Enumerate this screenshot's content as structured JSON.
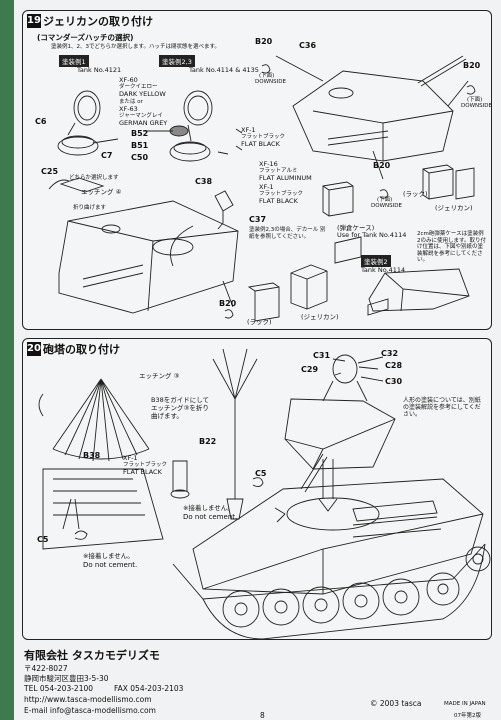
{
  "step19": {
    "number": "19",
    "title": "ジェリカンの取り付け",
    "commander_hatch": "(コマンダーズハッチの選択)",
    "hatch_note": "塗装例1、2、3でどちらか選択します。ハッチは閉状態を選べます。",
    "paint1_tag": "塗装例1",
    "paint1_tank": "Tank No.4121",
    "paint23_tag": "塗装例2,3",
    "paint23_tank": "Tank No.4114 & 4135",
    "xf60_code": "XF-60",
    "xf60_jp": "ダークイエロー",
    "xf60_en": "DARK YELLOW",
    "or_text": "または or",
    "xf63_code": "XF-63",
    "xf63_jp": "ジャーマングレイ",
    "xf63_en": "GERMAN GREY",
    "b52": "B52",
    "b51": "B51",
    "c50": "C50",
    "c6": "C6",
    "c7": "C7",
    "xf1_a_code": "XF-1",
    "xf1_a_jp": "フラットブラック",
    "xf1_a_en": "FLAT BLACK",
    "c25": "C25",
    "either_note": "どちらか選択します",
    "etching_label": "エッチング",
    "etching_num": "④",
    "fold_note": "折り曲げます",
    "c38": "C38",
    "xf16_code": "XF-16",
    "xf16_jp": "フラットアルミ",
    "xf16_en": "FLAT ALUMINUM",
    "xf1_b_code": "XF-1",
    "xf1_b_jp": "フラットブラック",
    "xf1_b_en": "FLAT BLACK",
    "c37": "C37",
    "c37_note": "塗装例2,3の場合、デカール 別紙を参照してください。",
    "b20_top": "B20",
    "c36": "C36",
    "downside_jp": "(下面)",
    "downside_en": "DOWNSIDE",
    "b20_right": "B20",
    "b20_mid": "B20",
    "b20_bottom": "B20",
    "rack": "(ラック)",
    "jerrycan": "(ジェリカン)",
    "ammo_case_jp": "(弾倉ケース)",
    "ammo_case_en": "Use for Tank No.4114",
    "paint2_tag": "塗装例2",
    "paint2_tank": "Tank No.4114",
    "note_2cm": "2cm砲弾薬ケースは塗装例2のみに使用します。取り付け位置は、下図や別紙の塗装解説を参考にしてください。"
  },
  "step20": {
    "number": "20",
    "title": "砲塔の取り付け",
    "etching_label": "エッチング",
    "etching_num": "③",
    "b38_note": "B38をガイドにしてエッチング③を折り曲げます。",
    "b38": "B38",
    "b22": "B22",
    "xf1_code": "XF-1",
    "xf1_jp": "フラットブラック",
    "xf1_en": "FLAT BLACK",
    "c5_a": "C5",
    "c5_b": "C5",
    "no_cement_jp": "※接着しません。",
    "no_cement_en": "Do not cement.",
    "no_cement2_jp": "※接着しません。",
    "no_cement2_en": "Do not cement.",
    "c31": "C31",
    "c32": "C32",
    "c29": "C29",
    "c28": "C28",
    "c30": "C30",
    "figure_note": "人形の塗装については、別紙の塗装解説を参考にしてください。"
  },
  "footer": {
    "company": "有限会社 タスカモデリズモ",
    "postal": "〒422-8027",
    "address": "静岡市駿河区豊田3-5-30",
    "tel": "TEL 054-203-2100",
    "fax": "FAX 054-203-2103",
    "url": "http://www.tasca-modellismo.com",
    "email": "E-mail info@tasca-modellismo.com",
    "copyright": "© 2003 tasca",
    "made_in": "MADE IN JAPAN",
    "page_number": "8",
    "print_code": "07年第2版"
  },
  "colors": {
    "paper": "#f1f2f3",
    "ink": "#111111",
    "background": "#2a6a3a"
  }
}
